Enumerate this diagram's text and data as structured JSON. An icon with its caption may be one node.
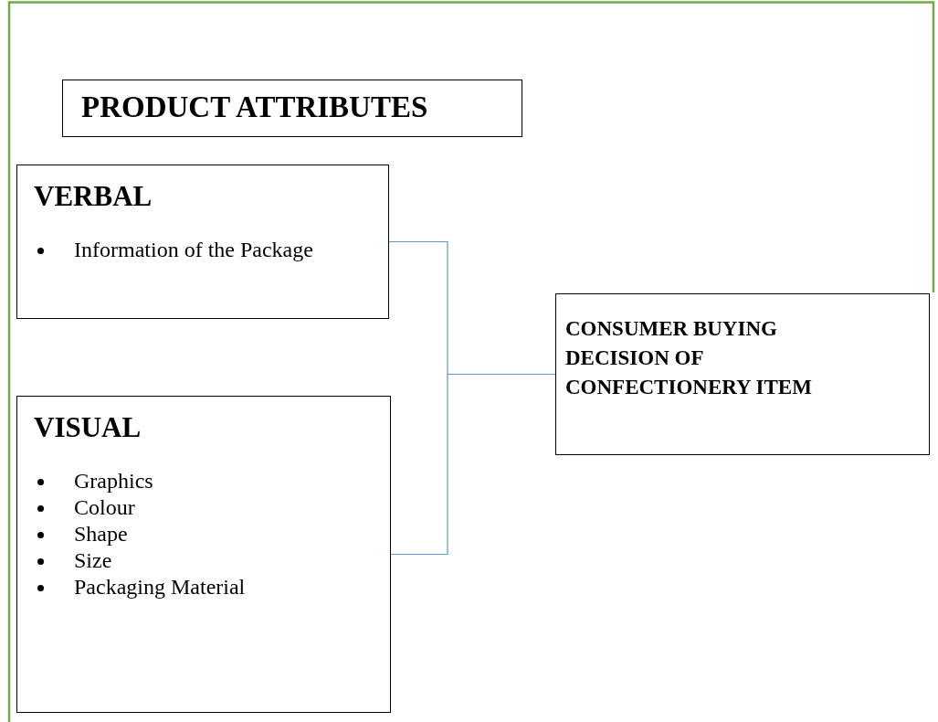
{
  "diagram": {
    "nodes": [
      {
        "text": [
          "PRODUCT ATTRIBUTES"
        ]
      },
      {
        "text": [
          "VERBAL",
          "Information of the Package"
        ]
      },
      {
        "text": [
          "VISUAL",
          "Graphics",
          "Colour",
          "Shape",
          "Size",
          "Packaging Material"
        ]
      },
      {
        "text": [
          "CONSUMER BUYING DECISION OF CONFECTIONERY ITEM"
        ]
      }
    ],
    "edges": [
      {
        "from": 1,
        "to": 3,
        "arrow": "none",
        "color": "#5b9bd5"
      },
      {
        "from": 2,
        "to": 3,
        "arrow": "none",
        "color": "#5b9bd5"
      }
    ]
  }
}
